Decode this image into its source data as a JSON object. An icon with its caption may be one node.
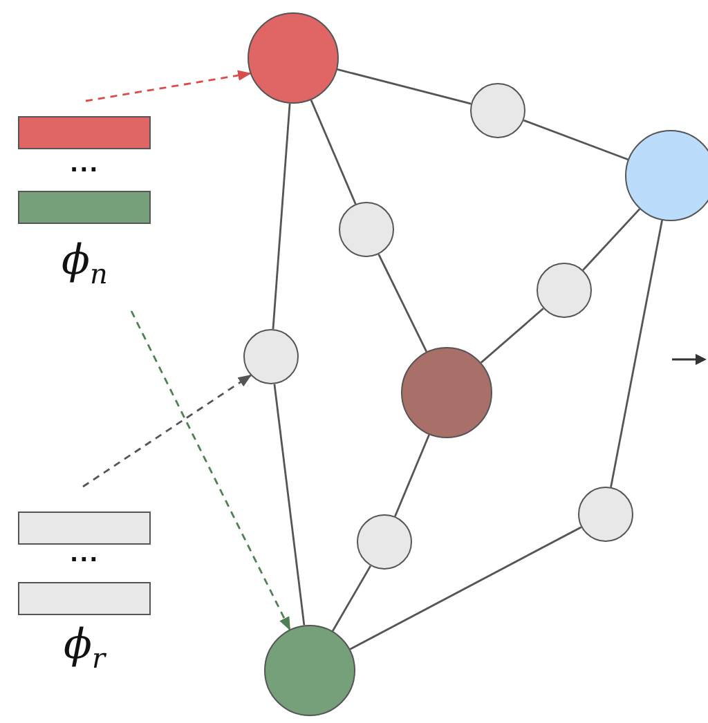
{
  "diagram": {
    "nodes": [
      {
        "text": [],
        "shape": "circle"
      },
      {
        "text": [],
        "shape": "circle"
      },
      {
        "text": [],
        "shape": "circle"
      },
      {
        "text": [],
        "shape": "circle"
      },
      {
        "text": [],
        "shape": "circle"
      },
      {
        "text": [],
        "shape": "circle"
      },
      {
        "text": [],
        "shape": "circle"
      },
      {
        "text": [],
        "shape": "circle"
      },
      {
        "text": [],
        "shape": "circle"
      },
      {
        "text": [],
        "shape": "circle"
      },
      {
        "text": [],
        "shape": "bar"
      },
      {
        "text": [],
        "shape": "bar"
      },
      {
        "text": [],
        "shape": "bar"
      },
      {
        "text": [],
        "shape": "bar"
      }
    ],
    "edges": [
      {
        "from": 0,
        "to": 1,
        "arrow": "none"
      },
      {
        "from": 1,
        "to": 2,
        "arrow": "none"
      },
      {
        "from": 0,
        "to": 3,
        "arrow": "none"
      },
      {
        "from": 0,
        "to": 5,
        "arrow": "none"
      },
      {
        "from": 3,
        "to": 6,
        "arrow": "none"
      },
      {
        "from": 2,
        "to": 4,
        "arrow": "none"
      },
      {
        "from": 4,
        "to": 6,
        "arrow": "none"
      },
      {
        "from": 2,
        "to": 8,
        "arrow": "none"
      },
      {
        "from": 5,
        "to": 9,
        "arrow": "none"
      },
      {
        "from": 6,
        "to": 7,
        "arrow": "none"
      },
      {
        "from": 7,
        "to": 9,
        "arrow": "none"
      },
      {
        "from": 8,
        "to": 9,
        "arrow": "none"
      },
      {
        "from": 10,
        "to": 0,
        "arrow": "to",
        "style": "dashed",
        "color": "#d94c4c"
      },
      {
        "from": 11,
        "to": 9,
        "arrow": "to",
        "style": "dashed",
        "color": "#4f7f52"
      },
      {
        "from": 12,
        "to": 5,
        "arrow": "to",
        "style": "dashed",
        "color": "#555555"
      }
    ],
    "labels": [
      "...",
      "ϕ$_{n}$",
      "...",
      "ϕ$_{r}$"
    ]
  }
}
